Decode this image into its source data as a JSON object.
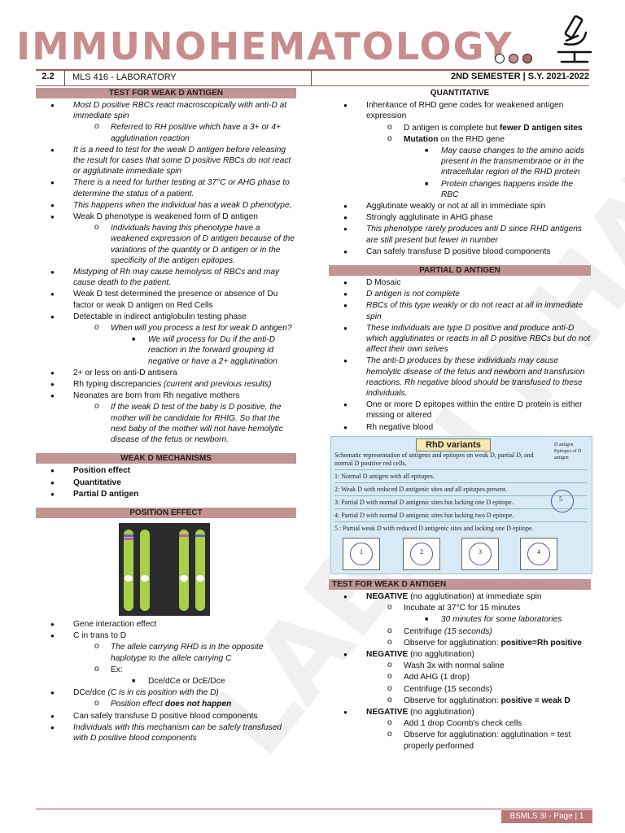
{
  "header": {
    "title": "IMMUNOHEMATOLOGY",
    "section": "2.2",
    "course": "MLS 416 - LABORATORY",
    "semester": "2ND SEMESTER | S.Y. 2021-2022"
  },
  "watermark": "LABAN PHATTIT",
  "colors": {
    "accent": "#c29595",
    "title": "#c98c8c",
    "footer": "#bb7777"
  },
  "left": {
    "sec1": {
      "heading": "TEST FOR WEAK D ANTIGEN",
      "items": [
        "Most D positive RBCs react macroscopically with anti-D at immediate spin",
        "Referred to RH positive which have a 3+ or 4+ agglutination reaction",
        "It is a need to test for the weak D antigen before releasing the result for cases that some D positive RBCs do not react or agglutinate immediate spin",
        "There is a need for further testing at 37°C or AHG phase to determine the status of a patient.",
        "This happens when the individual has a weak D phenotype,",
        "Weak D phenotype is weakened form of D antigen",
        "Individuals having this phenotype have a weakened expression of D antigen because of the variations of the quantity or D antigen or in the specificity of the antigen epitopes.",
        "Mistyping of Rh may cause hemolysis of RBCs and may cause death to the patient.",
        "Weak D test determined the presence or absence of Du factor or weak D antigen on Red Cells",
        "Detectable in indirect antiglobulin testing phase",
        "When will you process a test for weak D antigen?",
        "We will process for Du if the anti-D reaction in the forward grouping id negative or have a 2+ agglutination",
        "2+ or less on anti-D antisera",
        "Rh typing discrepancies",
        "(current and previous results)",
        "Neonates are born from Rh negative mothers",
        "If the weak D test of the baby is D positive, the mother will be candidate for RHIG. So that the next baby of the mother will not have hemolytic disease of the fetus or newborn."
      ]
    },
    "sec2": {
      "heading": "WEAK D MECHANISMS",
      "items": [
        "Position effect",
        "Quantitative",
        "Partial D antigen"
      ]
    },
    "sec3": {
      "heading": "POSITION EFFECT",
      "items": [
        "Gene interaction effect",
        "C in trans to D",
        "The allele carrying RHD is in the opposite haplotype to the allele carrying C",
        "Ex:",
        "Dce/dCe or DcE/Dce",
        "DCe/dce",
        "(C is in cis position with the D)",
        "Position effect",
        "does not happen",
        "Can safely transfuse D positive blood components",
        "Individuals with this mechanism can be safely transfused with D positive blood components"
      ]
    }
  },
  "right": {
    "sec1": {
      "heading": "QUANTITATIVE",
      "items": [
        "Inheritance of RHD gene codes for weakened antigen expression",
        "D antigen is complete but",
        "fewer D antigen sites",
        "Mutation",
        "on the RHD gene",
        "May cause changes to the amino acids present in the transmembrane or in the intracellular region of the RHD protein",
        "Protein changes happens inside the RBC",
        "Agglutinate weakly or not at all in immediate spin",
        "Strongly agglutinate in AHG phase",
        "This phenotype rarely produces anti D since RHD antigens are still present but fewer in number",
        "Can safely transfuse D positive blood components"
      ]
    },
    "sec2": {
      "heading": "PARTIAL D ANTIGEN",
      "items": [
        "D Mosaic",
        "D antigen is not complete",
        "RBCs of this type weakly or do not react at all in immediate spin",
        "These individuals are type D positive and produce anti-D which agglutinates or reacts in all D positive RBCs but do not affect their own selves",
        "The anti-D produces by these individuals may cause hemolytic disease of the fetus and newborn and transfusion reactions. Rh negative blood should be transfused to these individuals.",
        "One or more D epitopes within the entire D protein is either missing or altered",
        "Rh negative blood"
      ]
    },
    "figure": {
      "title": "RhD variants",
      "intro": "Schematic representation of antigens and epitopes on weak D, partial D, and normal D positive red cells.",
      "rows": [
        "1: Normal D antigen with all epitopes.",
        "2: Weak D with reduced D antigenic sites and all epitopes present.",
        "3: Partial D with normal D antigenic sites but lacking one D epitope.",
        "4: Partial D with normal D antigenic sites but lacking two D epitope.",
        "5 : Partial weak D with reduced D antigenic sites and lacking one D epitope."
      ],
      "legend1": "D antigen",
      "legend2": "Epitopes of D antigen",
      "cells": [
        "1",
        "2",
        "3",
        "4",
        "5"
      ]
    },
    "sec3": {
      "heading": "TEST FOR WEAK D ANTIGEN",
      "items": [
        "NEGATIVE",
        "(no agglutination) at immediate spin",
        "Incubate at 37°C for 15 minutes",
        "30 minutes for some laboratories",
        "Centrifuge",
        "(15 seconds)",
        "Observe for agglutination:",
        "positive=Rh positive",
        "NEGATIVE",
        "(no agglutination)",
        "Wash 3x with normal saline",
        "Add AHG (1 drop)",
        "Centrifuge (15 seconds)",
        "Observe for agglutination:",
        "positive = weak D",
        "NEGATIVE",
        "(no agglutination)",
        "Add 1 drop Coomb’s check cells",
        "Observe for agglutination: agglutination = test properly performed"
      ]
    }
  },
  "footer": "BSMLS 3I - Page | 1"
}
